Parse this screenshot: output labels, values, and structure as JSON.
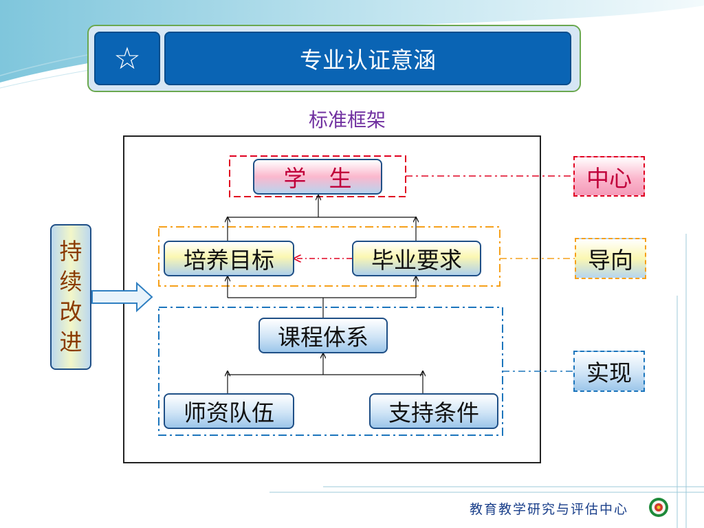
{
  "header": {
    "star_icon": "☆",
    "title": "专业认证意涵"
  },
  "subtitle": "标准框架",
  "left_label": {
    "chars": [
      "持",
      "续",
      "改",
      "进"
    ]
  },
  "nodes": {
    "student": "学　生",
    "training_goal": "培养目标",
    "graduation_req": "毕业要求",
    "curriculum": "课程体系",
    "faculty": "师资队伍",
    "support": "支持条件"
  },
  "side_labels": {
    "center": "中心",
    "guide": "导向",
    "realize": "实现"
  },
  "footer": {
    "org": "教育教学研究与评估中心"
  },
  "colors": {
    "header_blue": "#0a64b4",
    "header_border": "#6aa84f",
    "header_panel": "#d6e6f4",
    "subtitle": "#7030a0",
    "red_dash": "#e00020",
    "orange_dash": "#f6a01a",
    "blue_dash": "#1b75bc",
    "left_text": "#8a3a00"
  }
}
